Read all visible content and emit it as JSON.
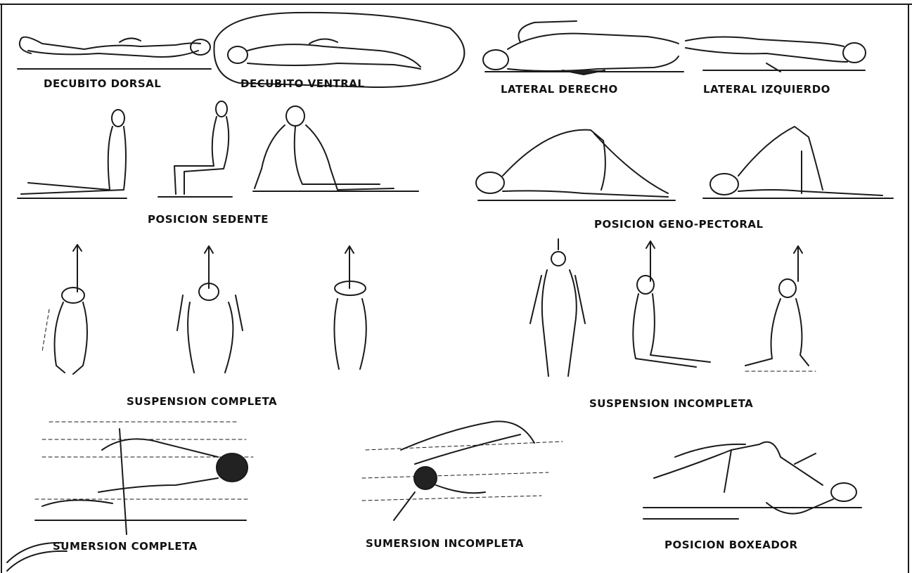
{
  "labels": {
    "decubito_dorsal": "DECUBITO DORSAL",
    "decubito_ventral": "DECUBITO VENTRAL",
    "lateral_derecho": "LATERAL DERECHO",
    "lateral_izquierdo": "LATERAL IZQUIERDO",
    "posicion_sedente": "POSICION SEDENTE",
    "posicion_geno_pectoral": "POSICION GENO-PECTORAL",
    "suspension_completa": "SUSPENSION COMPLETA",
    "suspension_incompleta": "SUSPENSION INCOMPLETA",
    "sumersion_completa": "SUMERSION COMPLETA",
    "sumersion_incompleta": "SUMERSION INCOMPLETA",
    "posicion_boxeador": "POSICION BOXEADOR"
  },
  "colors": {
    "ink": "#1a1a1a",
    "background": "#ffffff"
  }
}
